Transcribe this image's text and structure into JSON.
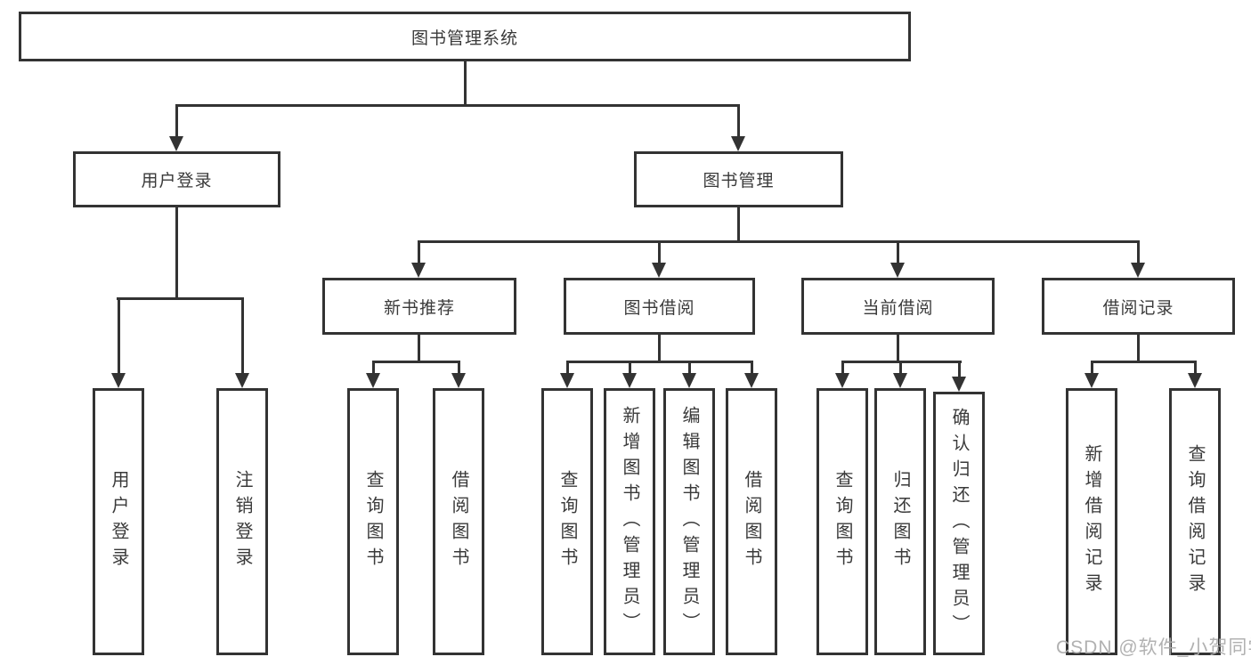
{
  "tree": {
    "label": "图书管理系统",
    "children": [
      {
        "label": "用户登录",
        "children": [
          {
            "label": "用户登录"
          },
          {
            "label": "注销登录"
          }
        ]
      },
      {
        "label": "图书管理",
        "children": [
          {
            "label": "新书推荐",
            "children": [
              {
                "label": "查询图书"
              },
              {
                "label": "借阅图书"
              }
            ]
          },
          {
            "label": "图书借阅",
            "children": [
              {
                "label": "查询图书"
              },
              {
                "label": "新增图书（管理员）"
              },
              {
                "label": "编辑图书（管理员）"
              },
              {
                "label": "借阅图书"
              }
            ]
          },
          {
            "label": "当前借阅",
            "children": [
              {
                "label": "查询图书"
              },
              {
                "label": "归还图书"
              },
              {
                "label": "确认归还（管理员）"
              }
            ]
          },
          {
            "label": "借阅记录",
            "children": [
              {
                "label": "新增借阅记录"
              },
              {
                "label": "查询借阅记录"
              }
            ]
          }
        ]
      }
    ]
  },
  "watermark": "CSDN @软件_小贺同学",
  "colors": {
    "line": "#333333",
    "text": "#3a3a3a",
    "watermark": "#adadad",
    "background": "#ffffff"
  }
}
